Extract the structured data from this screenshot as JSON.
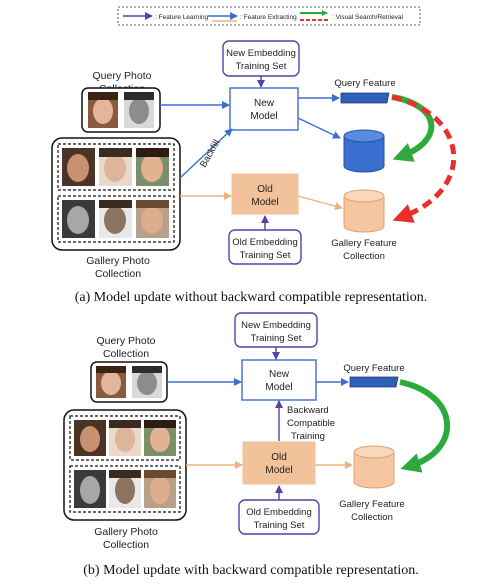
{
  "legend": {
    "items": [
      {
        "label": ": Feature Learning",
        "color": "#5b3fa6",
        "style": "solid"
      },
      {
        "label": ": Feature Extracting",
        "color": "#f0b27a",
        "style": "solid"
      },
      {
        "label": ": Visual Search/Retrieval",
        "color": "#2eaa3d",
        "style": "solid-dashed",
        "color2": "#e8302a"
      }
    ]
  },
  "panel_a": {
    "query_label_1": "Query Photo",
    "query_label_2": "Collection",
    "gallery_label_1": "Gallery Photo",
    "gallery_label_2": "Collection",
    "new_training_1": "New Embedding",
    "new_training_2": "Training Set",
    "new_model_1": "New",
    "new_model_2": "Model",
    "old_model_1": "Old",
    "old_model_2": "Model",
    "old_training_1": "Old Embedding",
    "old_training_2": "Training Set",
    "backfill": "Backfill",
    "query_feature": "Query Feature",
    "gallery_feature_1": "Gallery Feature",
    "gallery_feature_2": "Collection",
    "caption": "(a) Model update without backward compatible representation."
  },
  "panel_b": {
    "query_label_1": "Query Photo",
    "query_label_2": "Collection",
    "gallery_label_1": "Gallery Photo",
    "gallery_label_2": "Collection",
    "new_training_1": "New Embedding",
    "new_training_2": "Training Set",
    "new_model_1": "New",
    "new_model_2": "Model",
    "old_model_1": "Old",
    "old_model_2": "Model",
    "old_training_1": "Old Embedding",
    "old_training_2": "Training Set",
    "bct_1": "Backward",
    "bct_2": "Compatible",
    "bct_3": "Training",
    "query_feature": "Query Feature",
    "gallery_feature_1": "Gallery Feature",
    "gallery_feature_2": "Collection",
    "caption": "(b) Model update with backward compatible representation."
  },
  "colors": {
    "purple": "#5b3fa6",
    "blue": "#3a6fd0",
    "orange": "#f0b27a",
    "green": "#2eaa3d",
    "red": "#e8302a",
    "old_model_fill": "#f2c29a"
  }
}
